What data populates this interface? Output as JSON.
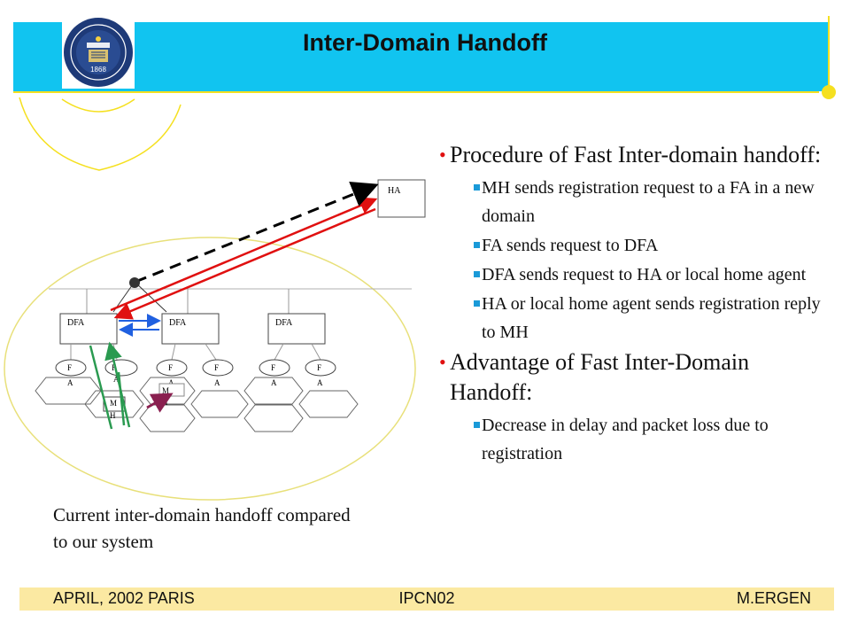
{
  "title": "Inter-Domain Handoff",
  "logo": {
    "icon": "uc-seal-icon",
    "year": "1868"
  },
  "diagram": {
    "ha": "HA",
    "dfa": [
      "DFA",
      "DFA",
      "DFA"
    ],
    "fa_top": "F",
    "fa_bottom": "A",
    "mh_top": "M",
    "mh_bottom": "H"
  },
  "bullets": [
    {
      "text": "Procedure of Fast Inter-domain handoff:",
      "sub": [
        "MH sends registration request to a FA in a new domain",
        "FA sends request to DFA",
        "DFA sends request to HA or local home agent",
        "HA or local home agent sends registration reply to MH"
      ]
    },
    {
      "text": "Advantage of Fast Inter-Domain Handoff:",
      "sub": [
        "Decrease in delay and packet loss due to registration"
      ]
    }
  ],
  "caption": "Current inter-domain handoff compared to our system",
  "footer": {
    "left": "APRIL, 2002 PARIS",
    "center": "IPCN02",
    "right": "M.ERGEN"
  },
  "colors": {
    "header": "#11c4f0",
    "footer": "#fbe9a2",
    "accent": "#f5e020",
    "bullet": "#e01010",
    "arrow_red": "#e01010",
    "arrow_blue": "#2060e0",
    "arrow_green": "#2a9a50",
    "arrow_purple": "#8a2050"
  }
}
